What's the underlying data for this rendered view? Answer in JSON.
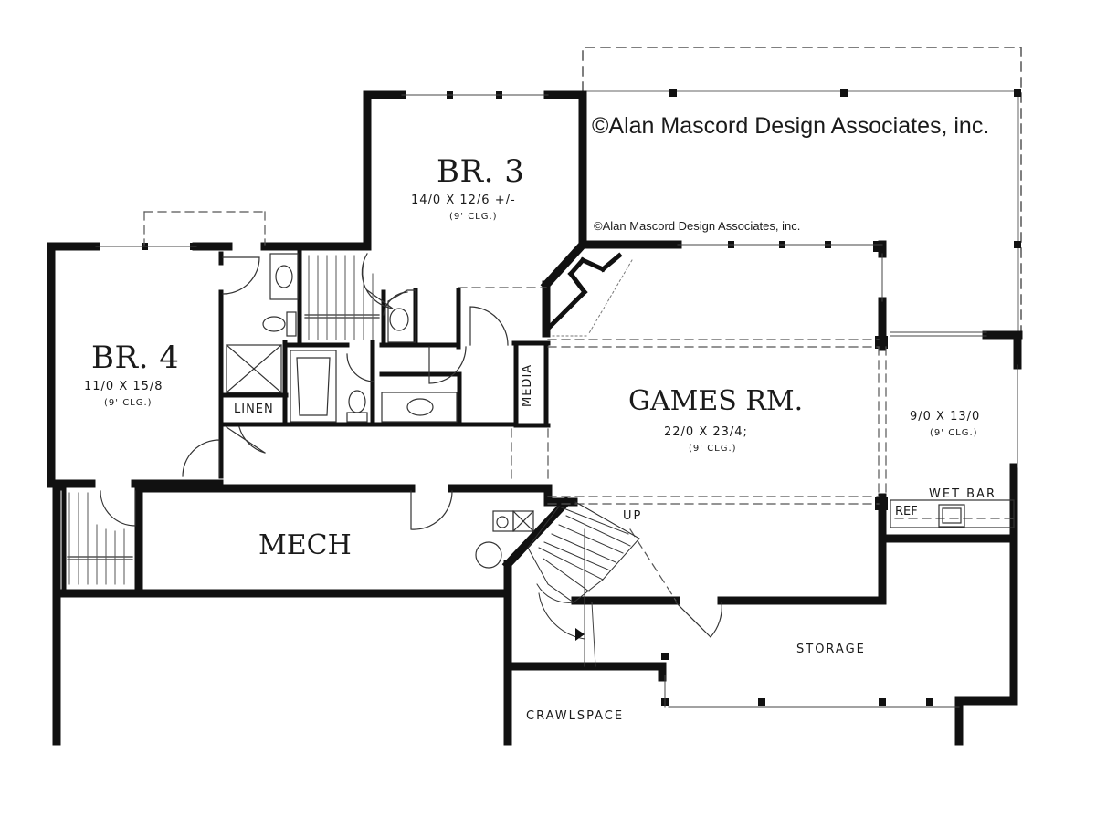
{
  "watermark": {
    "large": "©Alan Mascord Design Associates, inc.",
    "small": "©Alan Mascord Design Associates, inc."
  },
  "rooms": {
    "br3": {
      "name": "BR. 3",
      "dims": "14/0 X 12/6 +/-",
      "ceiling": "(9' CLG.)"
    },
    "br4": {
      "name": "BR. 4",
      "dims": "11/0 X 15/8",
      "ceiling": "(9' CLG.)"
    },
    "games": {
      "name": "GAMES RM.",
      "dims": "22/0 X 23/4;",
      "ceiling": "(9' CLG.)"
    },
    "side_room": {
      "dims": "9/0 X 13/0",
      "ceiling": "(9' CLG.)"
    },
    "mech": {
      "name": "MECH"
    },
    "linen": {
      "name": "LINEN"
    },
    "media": {
      "name": "MEDIA"
    },
    "wet_bar": {
      "name": "WET BAR"
    },
    "ref": {
      "name": "REF"
    },
    "up": {
      "name": "UP"
    },
    "storage": {
      "name": "STORAGE"
    },
    "crawlspace": {
      "name": "CRAWLSPACE"
    }
  },
  "colors": {
    "wall": "#111111",
    "line": "#333333",
    "background": "#ffffff"
  }
}
